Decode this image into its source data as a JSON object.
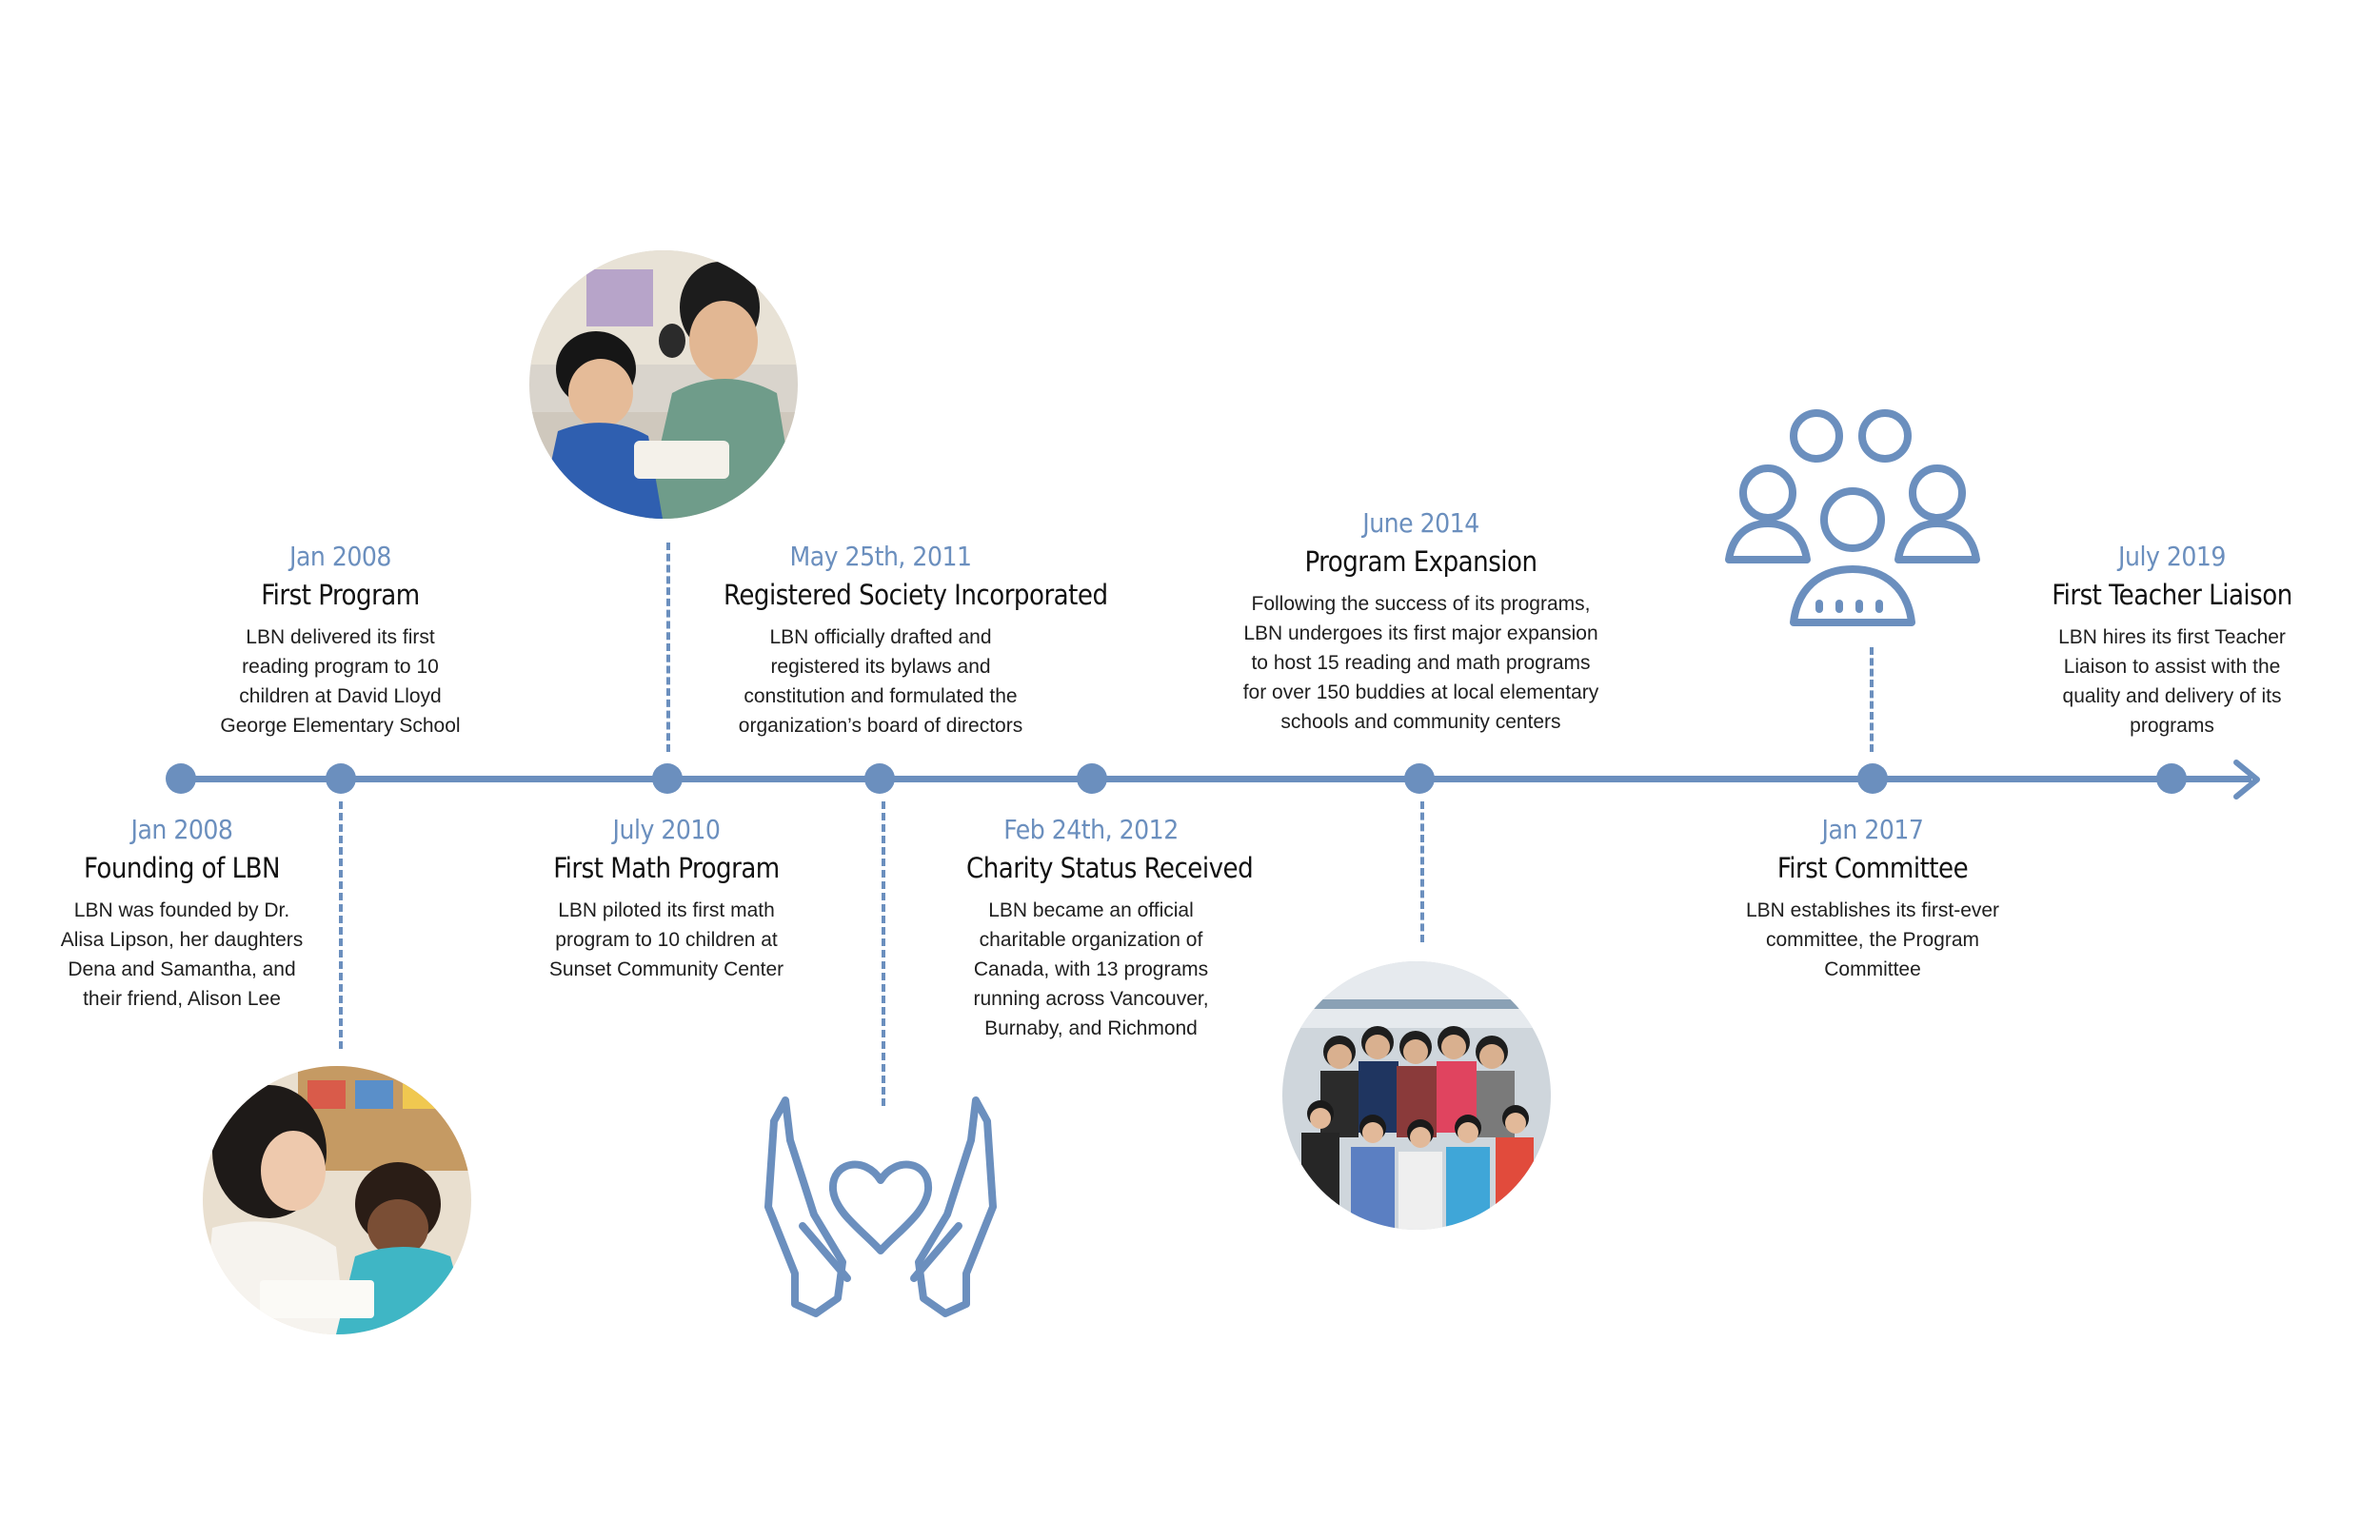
{
  "events": [
    {
      "date": "Jan 2008",
      "title": "Founding of LBN",
      "description": "LBN was founded by Dr. Alisa Lipson, her daughters Dena and Samantha, and their friend, Alison Lee"
    },
    {
      "date": "Jan 2008",
      "title": "First Program",
      "description": "LBN delivered its first reading program to 10 children at David Lloyd George Elementary School"
    },
    {
      "date": "July 2010",
      "title": "First Math Program",
      "description": "LBN piloted its first math program to 10 children at Sunset Community Center"
    },
    {
      "date": "May 25th, 2011",
      "title": "Registered Society Incorporated",
      "description": "LBN officially drafted and registered its bylaws and constitution and formulated the organization’s board of directors"
    },
    {
      "date": "Feb 24th, 2012",
      "title": "Charity Status Received",
      "description": "LBN became an official charitable organization of Canada, with 13 programs running across Vancouver, Burnaby, and Richmond"
    },
    {
      "date": "June 2014",
      "title": "Program Expansion",
      "description": "Following the success of its programs, LBN undergoes its first major expansion to host 15 reading and math programs for over 150 buddies at local elementary schools and community centers"
    },
    {
      "date": "Jan 2017",
      "title": "First Committee",
      "description": "LBN establishes its first-ever committee, the Program Committee"
    },
    {
      "date": "July 2019",
      "title": "First Teacher Liaison",
      "description": "LBN hires its first Teacher Liaison to assist with the quality and delivery of its programs"
    }
  ],
  "icons": {
    "arrow": "arrow-right-icon",
    "hands": "hands-heart-icon",
    "group": "people-group-icon"
  },
  "colors": {
    "accent": "#6b8fbe",
    "text": "#1f1f1f",
    "background": "#ffffff"
  }
}
